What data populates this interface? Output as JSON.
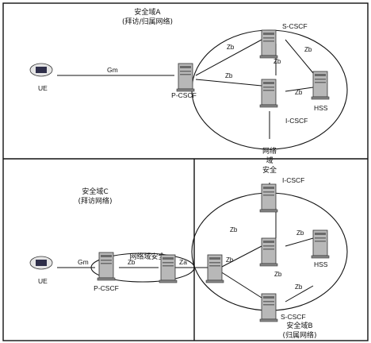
{
  "domain_a": {
    "title": "安全域A",
    "subtitle": "(拜访/归属网络)"
  },
  "domain_b": {
    "title": "安全域B",
    "subtitle": "(归属网络)"
  },
  "domain_c": {
    "title": "安全域C",
    "subtitle": "(拜访网络)"
  },
  "inter_domain": {
    "center_label": [
      "网络",
      "域",
      "安全"
    ],
    "bottom_label": "网络域安全"
  },
  "top_network": {
    "ue": "UE",
    "pcscf": "P-CSCF",
    "scscf": "S-CSCF",
    "icscf": "I-CSCF",
    "hss": "HSS",
    "gm": "Gm",
    "zb_labels": [
      "Zb",
      "Zb",
      "Zb",
      "Zb",
      "Zb"
    ]
  },
  "bottom_network": {
    "ue": "UE",
    "pcscf": "P-CSCF",
    "scscf": "S-CSCF",
    "icscf": "I-CSCF",
    "hss": "HSS",
    "gm": "Gm",
    "za": "Za",
    "zb_labels": [
      "Zb",
      "Zb",
      "Zb",
      "Zb",
      "Zb",
      "Zb"
    ]
  },
  "colors": {
    "line": "#111111",
    "background": "#ffffff",
    "server": "#b8b8b8",
    "ue_screen": "#2f2f4a"
  }
}
